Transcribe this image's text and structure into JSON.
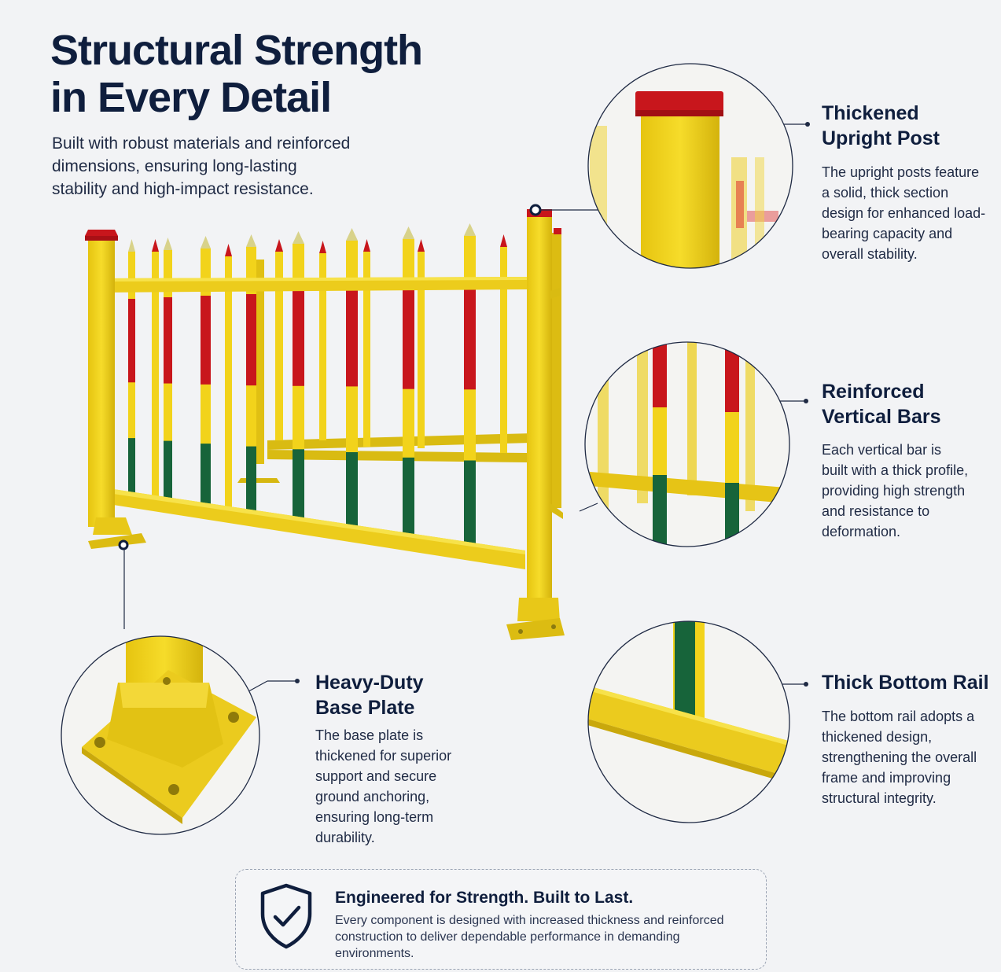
{
  "header": {
    "title_line1": "Structural Strength",
    "title_line2": "in Every Detail",
    "intro": "Built with robust materials and reinforced dimensions, ensuring long-lasting stability and high-impact resistance."
  },
  "callouts": [
    {
      "title_line1": "Thickened",
      "title_line2": "Upright Post",
      "body": "The upright posts feature a solid, thick section design for enhanced load-bearing capacity and overall stability."
    },
    {
      "title_line1": "Reinforced",
      "title_line2": "Vertical Bars",
      "body": "Each vertical bar is built with a thick profile, providing high strength and resistance to deformation."
    },
    {
      "title_line1": "Heavy-Duty",
      "title_line2": "Base Plate",
      "body": "The base plate is thickened for superior support and secure ground anchoring, ensuring long-term durability."
    },
    {
      "title_line1": "Thick Bottom Rail",
      "title_line2": "",
      "body": "The bottom rail adopts a thickened design, strengthening the overall frame and improving structural integrity."
    }
  ],
  "banner": {
    "icon": "shield-check-icon",
    "title": "Engineered for Strength. Built to Last.",
    "body": "Every component is designed with increased thickness and reinforced construction to deliver dependable performance in demanding environments."
  },
  "colors": {
    "fence_yellow": "#f2d31b",
    "cap_red": "#c8161c",
    "band_green": "#17643a",
    "text_navy": "#0f1e3d"
  }
}
